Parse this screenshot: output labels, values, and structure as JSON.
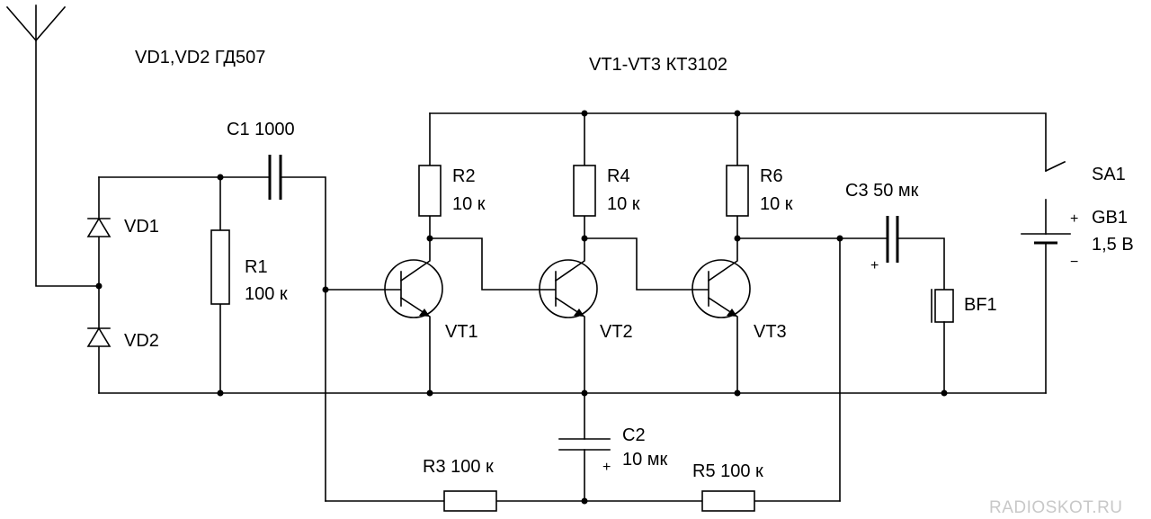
{
  "labels": {
    "diodes_note": "VD1,VD2 ГД507",
    "transistors_note": "VT1-VT3 КТ3102",
    "c1": "C1 1000",
    "vd1": "VD1",
    "vd2": "VD2",
    "r1_name": "R1",
    "r1_value": "100 к",
    "r2_name": "R2",
    "r2_value": "10 к",
    "r4_name": "R4",
    "r4_value": "10 к",
    "r6_name": "R6",
    "r6_value": "10 к",
    "vt1": "VT1",
    "vt2": "VT2",
    "vt3": "VT3",
    "c3": "C3 50 мк",
    "c3_plus": "+",
    "bf1": "BF1",
    "sa1": "SA1",
    "gb1_name": "GB1",
    "gb1_value": "1,5 В",
    "gb1_plus": "+",
    "gb1_minus": "−",
    "c2_name": "C2",
    "c2_value": "10 мк",
    "c2_plus": "+",
    "r3": "R3 100 к",
    "r5": "R5 100 к"
  },
  "watermark": "RADIOSKOT.RU"
}
